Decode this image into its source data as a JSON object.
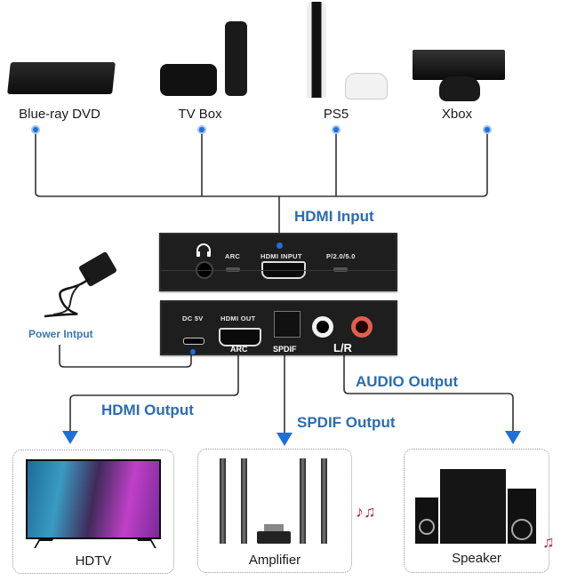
{
  "sources": [
    {
      "label": "Blue-ray DVD",
      "icon": "dvd-player-icon"
    },
    {
      "label": "TV Box",
      "icon": "tv-box-icon"
    },
    {
      "label": "PS5",
      "icon": "ps5-console-icon"
    },
    {
      "label": "Xbox",
      "icon": "xbox-console-icon"
    }
  ],
  "labels": {
    "hdmi_input": "HDMI Input",
    "power_input": "Power Intput",
    "hdmi_output": "HDMI Output",
    "spdif_output": "SPDIF Output",
    "audio_output": "AUDIO Output"
  },
  "device": {
    "top_panel": {
      "headphone_icon": "headphone-icon",
      "arc": "ARC",
      "hdmi_input": "HDMI INPUT",
      "mode": "P/2.0/5.0"
    },
    "bottom_panel": {
      "dc": "DC 5V",
      "hdmi_out": "HDMI OUT",
      "arc": "ARC",
      "spdif": "SPDIF",
      "lr": "L/R"
    }
  },
  "outputs": [
    {
      "label": "HDTV",
      "icon": "hdtv-icon"
    },
    {
      "label": "Amplifier",
      "icon": "amplifier-icon"
    },
    {
      "label": "Speaker",
      "icon": "speaker-icon"
    }
  ],
  "colors": {
    "accent_blue": "#2b6cb3",
    "dot_blue": "#1e6fd9",
    "line": "#333333",
    "panel": "#1e1e1e"
  }
}
